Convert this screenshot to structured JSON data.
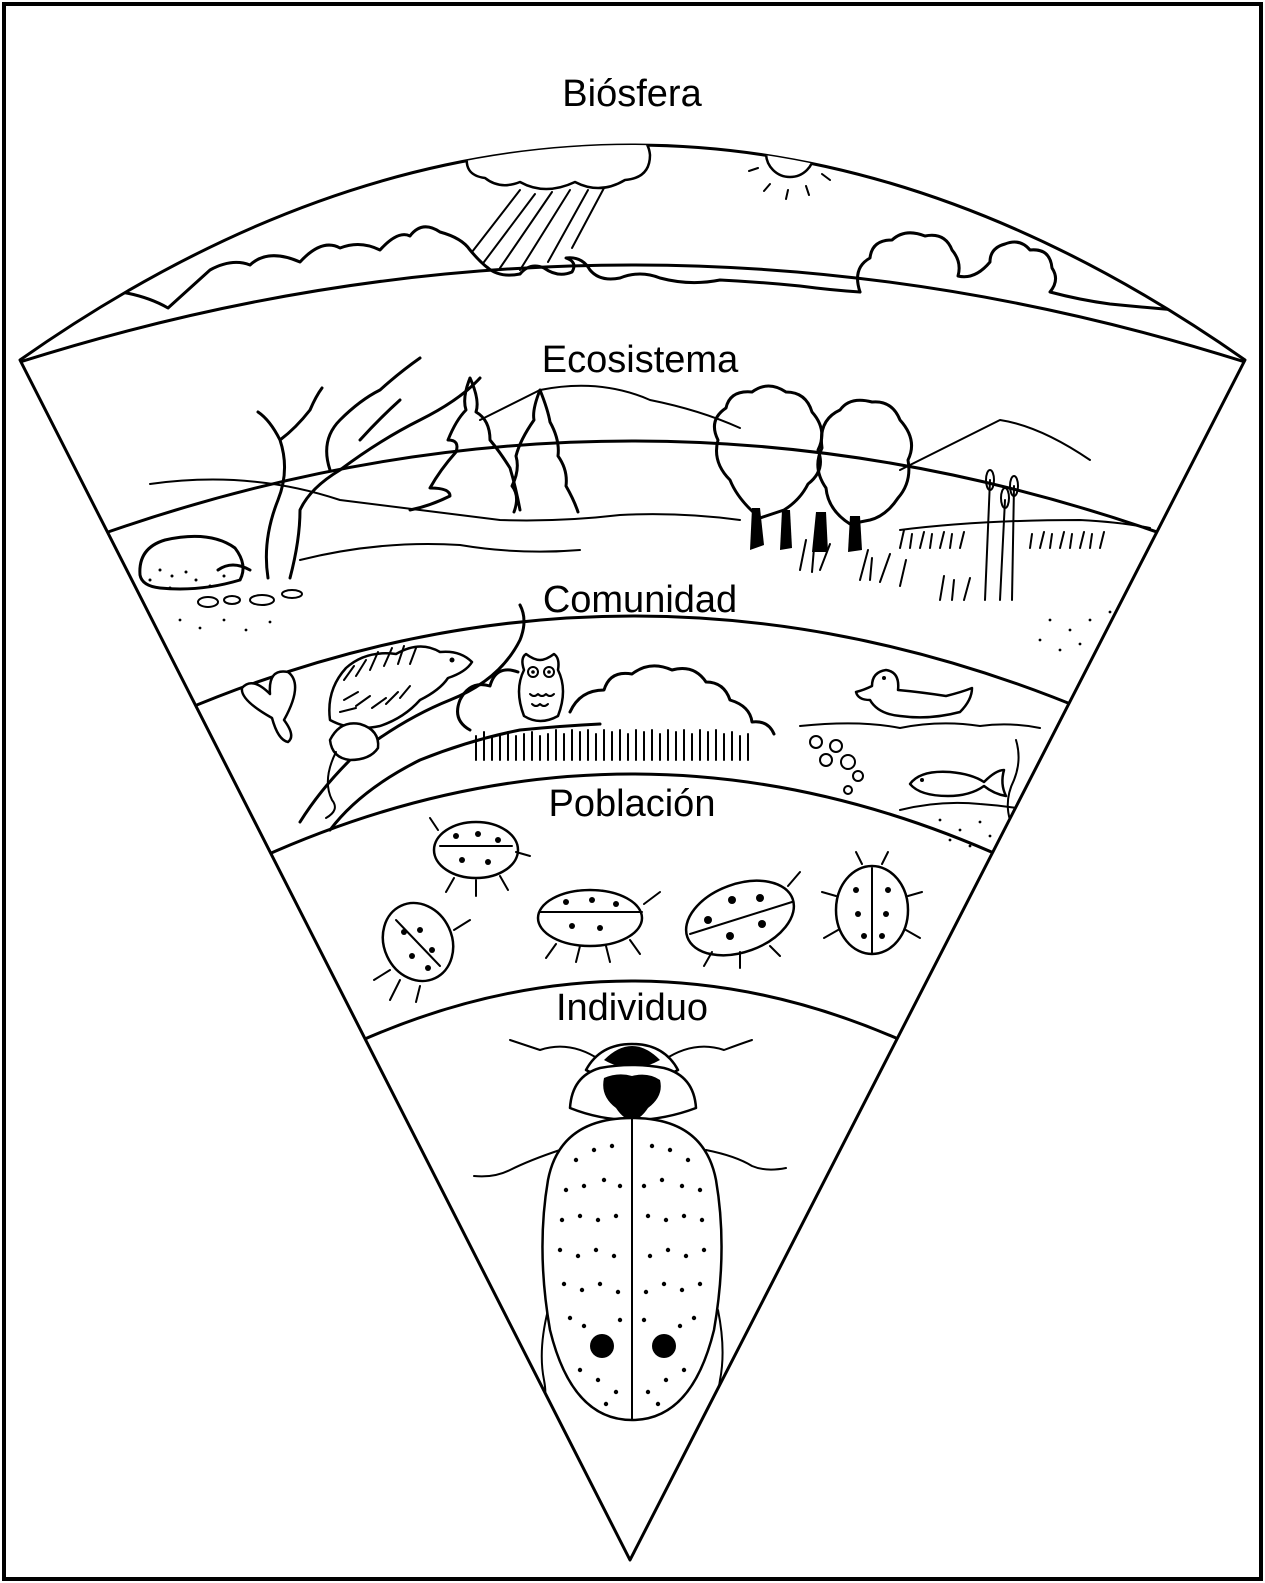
{
  "levels": [
    {
      "id": "biosfera",
      "label": "Biósfera"
    },
    {
      "id": "ecosistema",
      "label": "Ecosistema"
    },
    {
      "id": "comunidad",
      "label": "Comunidad"
    },
    {
      "id": "poblacion",
      "label": "Población"
    },
    {
      "id": "individuo",
      "label": "Individuo"
    }
  ],
  "colors": {
    "ink": "#000000",
    "paper": "#ffffff"
  }
}
